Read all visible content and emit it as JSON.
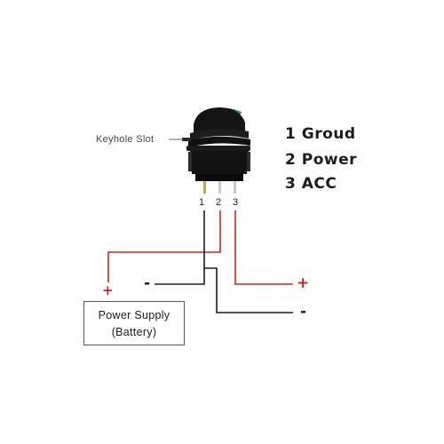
{
  "callout": {
    "label": "Keyhole Slot"
  },
  "pins": [
    {
      "number": "1"
    },
    {
      "number": "2"
    },
    {
      "number": "3"
    }
  ],
  "legend": [
    {
      "text": "1 Groud"
    },
    {
      "text": "2 Power"
    },
    {
      "text": "3 ACC"
    }
  ],
  "power_supply": {
    "line1": "Power Supply",
    "line2": "(Battery)"
  },
  "polarity": {
    "supply_positive": "+",
    "supply_negative": "-",
    "acc_positive": "+",
    "ground_negative": "-"
  },
  "colors": {
    "positive_wire": "#d42020",
    "negative_wire": "#1a1a1a",
    "switch_body": "#121212",
    "lamp": "#1f9a3a",
    "pin_metal": "#c9a24a"
  }
}
